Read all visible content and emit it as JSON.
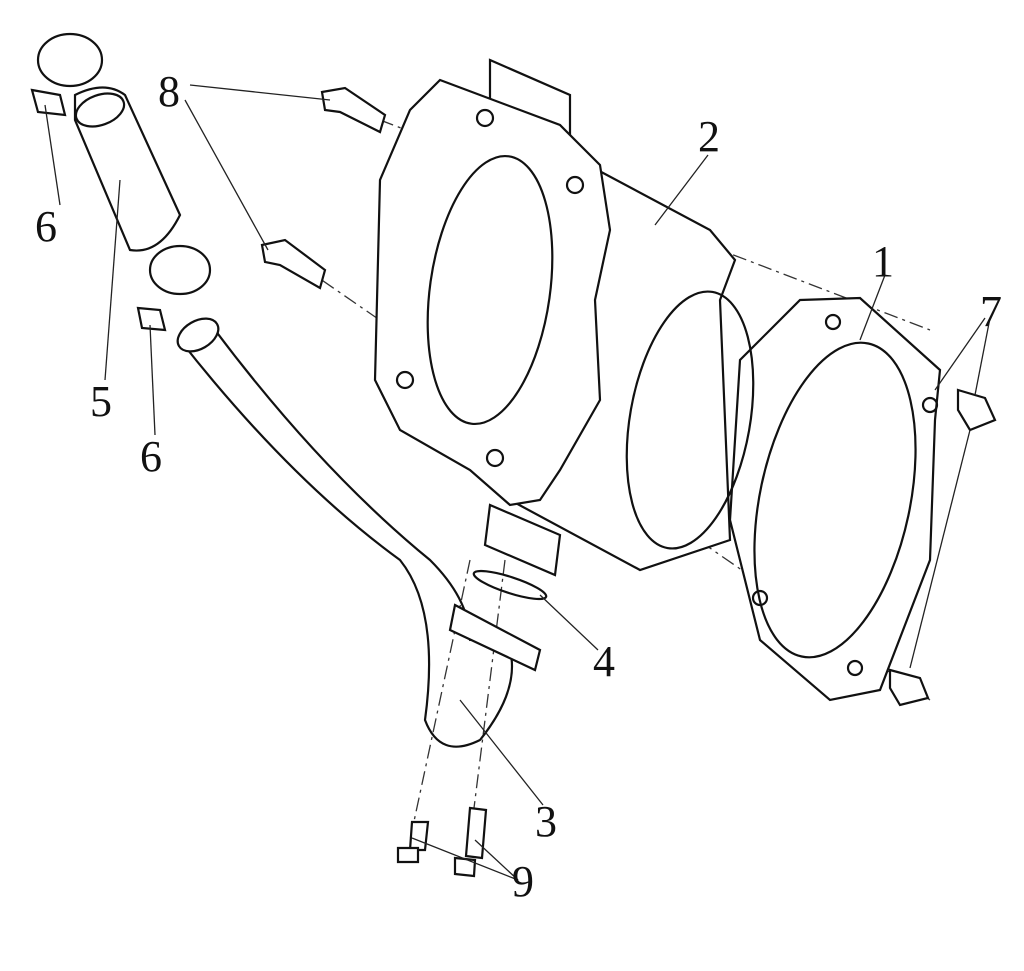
{
  "callouts": {
    "gasket_base": "1",
    "cylinder": "2",
    "water_pipe": "3",
    "o_ring": "4",
    "hose": "5",
    "clamp_top": "6",
    "clamp_bottom": "6",
    "dowel_pins": "7",
    "bolts_upper": "8",
    "bolts_lower": "9"
  }
}
